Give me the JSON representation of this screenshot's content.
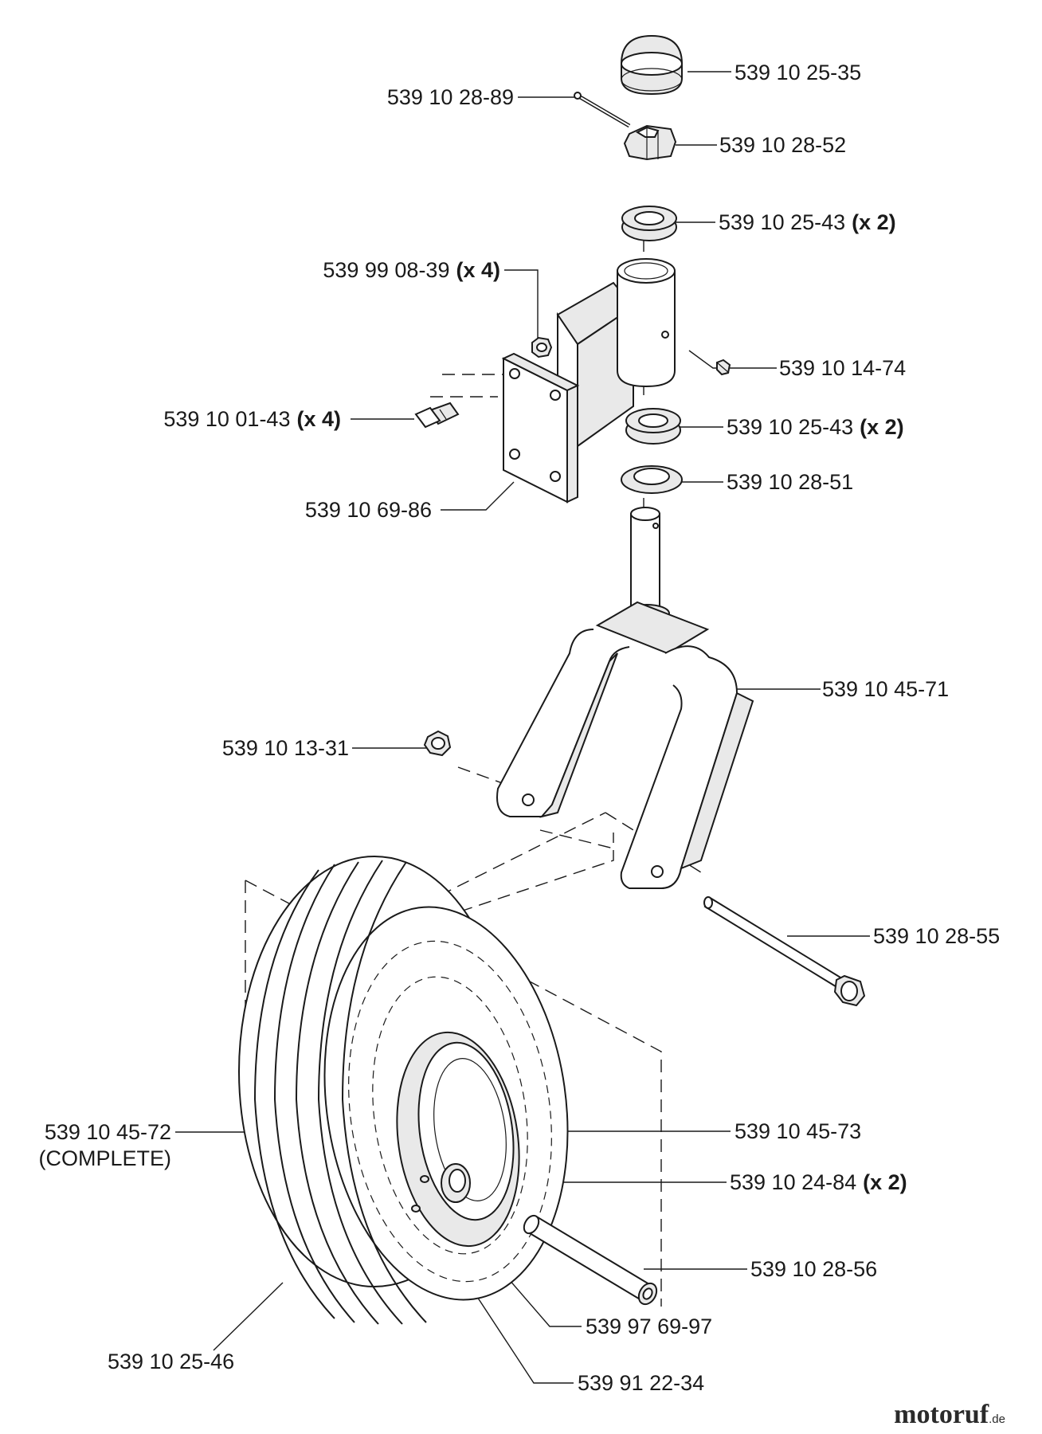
{
  "labels": {
    "hub_cap": "539 10 25-35",
    "cotter_pin": "539 10 28-89",
    "castle_nut": "539 10 28-52",
    "bearing_upper": {
      "part": "539 10 25-43",
      "qty": "(x 2)"
    },
    "mount_nut": {
      "part": "539 99 08-39",
      "qty": "(x 4)"
    },
    "grease_fitting": "539 10 14-74",
    "mount_bolt": {
      "part": "539 10 01-43",
      "qty": "(x 4)"
    },
    "bearing_lower": {
      "part": "539 10 25-43",
      "qty": "(x 2)"
    },
    "seal": "539 10 28-51",
    "mount_bracket": "539 10 69-86",
    "fork": "539 10 45-71",
    "axle_nut": "539 10 13-31",
    "axle_bolt": "539 10 28-55",
    "wheel_complete": {
      "part": "539 10 45-72",
      "note": "(COMPLETE)"
    },
    "rim": "539 10 45-73",
    "wheel_bearing": {
      "part": "539 10 24-84",
      "qty": "(x 2)"
    },
    "spacer_tube": "539 10 28-56",
    "valve": "539 97 69-97",
    "tire": "539 10 25-46",
    "valve_stem": "539 91 22-34"
  },
  "watermark": {
    "brand": "motoruf",
    "tld": ".de"
  }
}
